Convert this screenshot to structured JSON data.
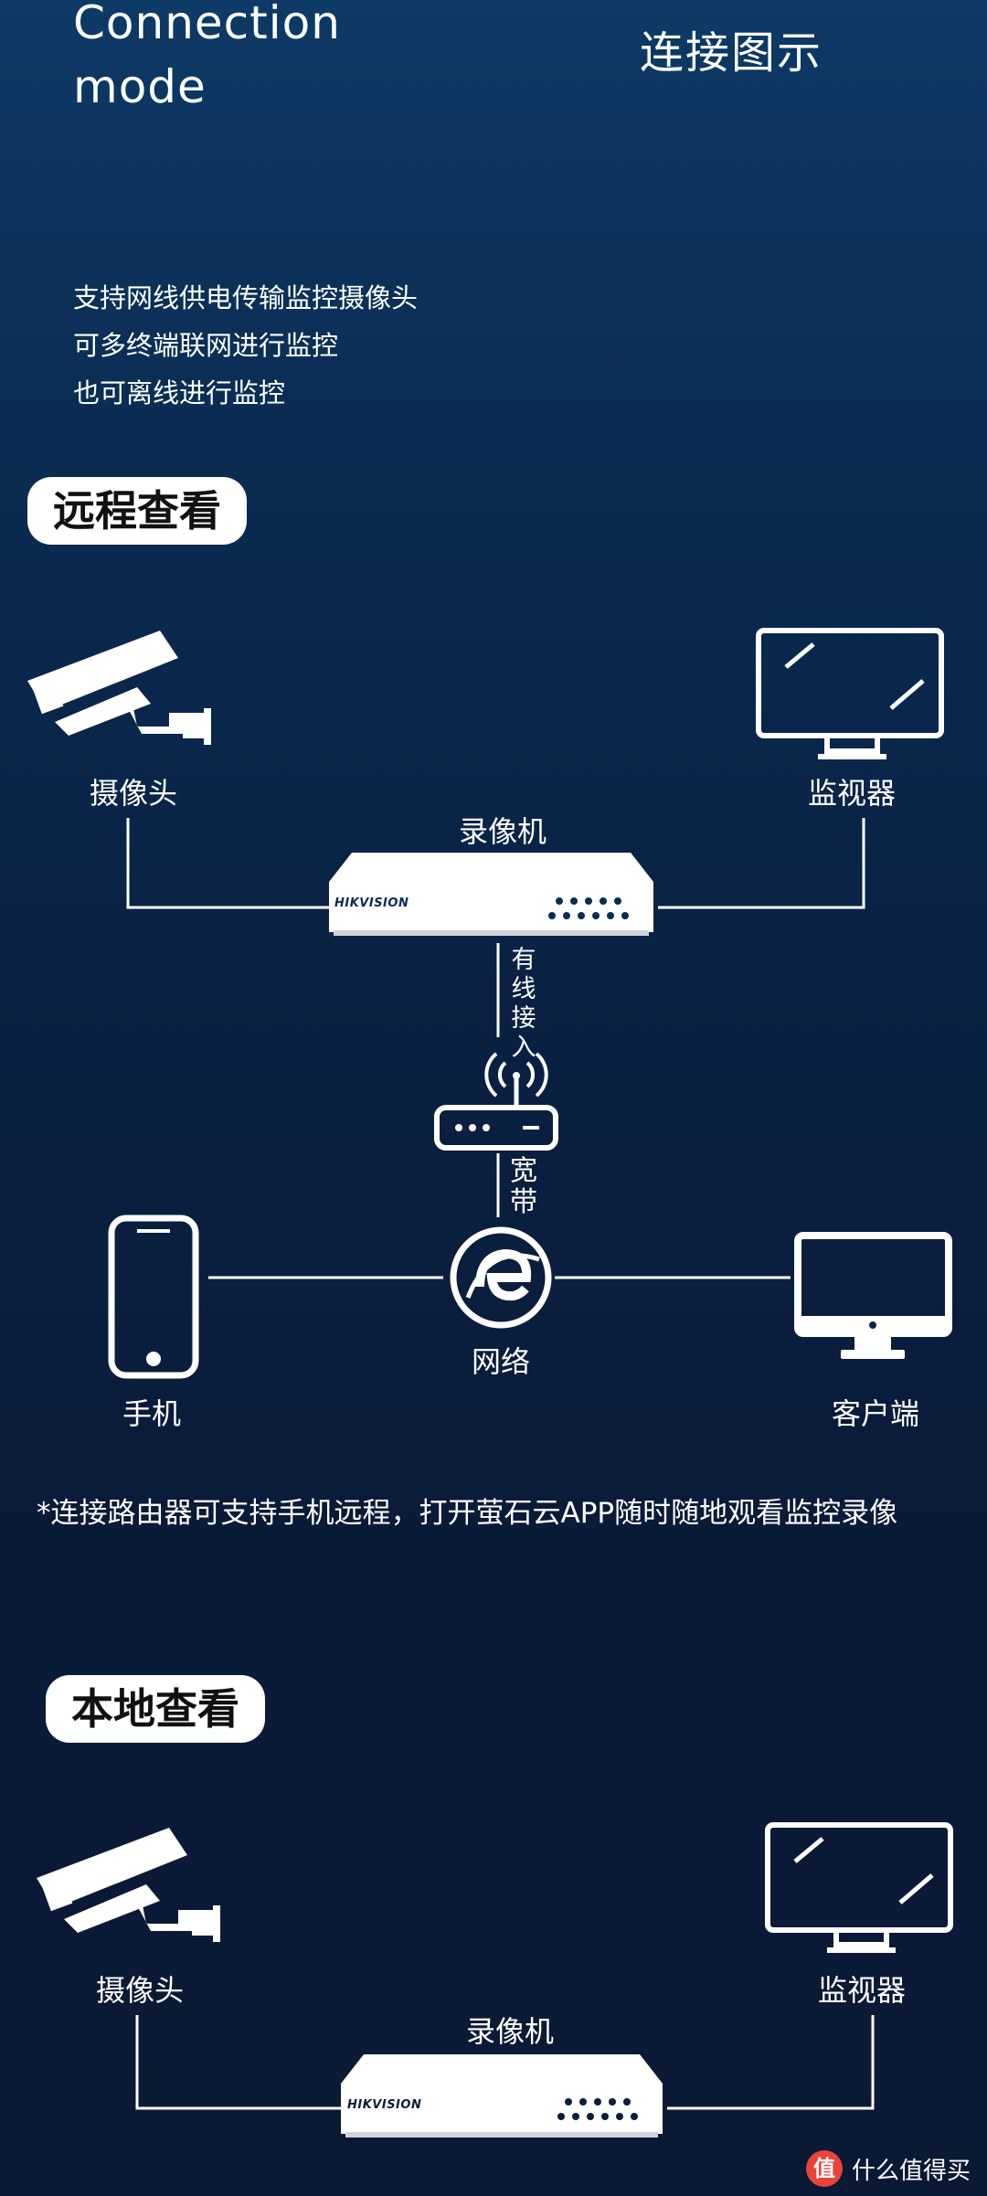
{
  "header": {
    "title_en_line1": "Connection",
    "title_en_line2": "mode",
    "title_cn": "连接图示"
  },
  "features": [
    "支持网线供电传输监控摄像头",
    "可多终端联网进行监控",
    "也可离线进行监控"
  ],
  "remote": {
    "badge": "远程查看",
    "camera_label": "摄像头",
    "monitor_label": "监视器",
    "nvr_label": "录像机",
    "nvr_brand": "HIKVISION",
    "wired_label": "有线接入",
    "broadband_label": "宽带",
    "network_label": "网络",
    "phone_label": "手机",
    "client_label": "客户端"
  },
  "note": "*连接路由器可支持手机远程，打开萤石云APP随时随地观看监控录像",
  "local": {
    "badge": "本地查看",
    "camera_label": "摄像头",
    "monitor_label": "监视器",
    "nvr_label": "录像机",
    "nvr_brand": "HIKVISION"
  },
  "watermark": {
    "logo": "值",
    "text": "什么值得买"
  },
  "colors": {
    "line": "#ffffff",
    "background_top": "#0d3a66",
    "background_bottom": "#0b1a34"
  }
}
